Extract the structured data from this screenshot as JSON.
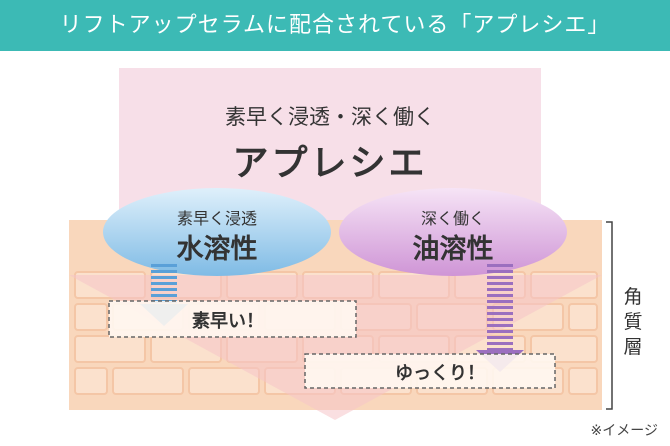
{
  "header": {
    "title": "リフトアップセラムに配合されている「アプレシエ」"
  },
  "ingredient": {
    "subtitle": "素早く浸透・深く働く",
    "name": "アプレシエ"
  },
  "water_soluble": {
    "tagline": "素早く浸透",
    "name": "水溶性",
    "result": "素早い！"
  },
  "oil_soluble": {
    "tagline": "深く働く",
    "name": "油溶性",
    "result": "ゆっくり！"
  },
  "skin": {
    "layer_label": [
      "角",
      "質",
      "層"
    ]
  },
  "footnote": "※イメージ",
  "colors": {
    "header_bg": "#3cbab5",
    "pink_block": "#f7dfe8",
    "skin": "#f9d7bc",
    "water_blue": "#8fc7ea",
    "oil_purple": "#dcaede",
    "water_arrow": "#5aa0d8",
    "oil_arrow": "#9b6fbf"
  }
}
